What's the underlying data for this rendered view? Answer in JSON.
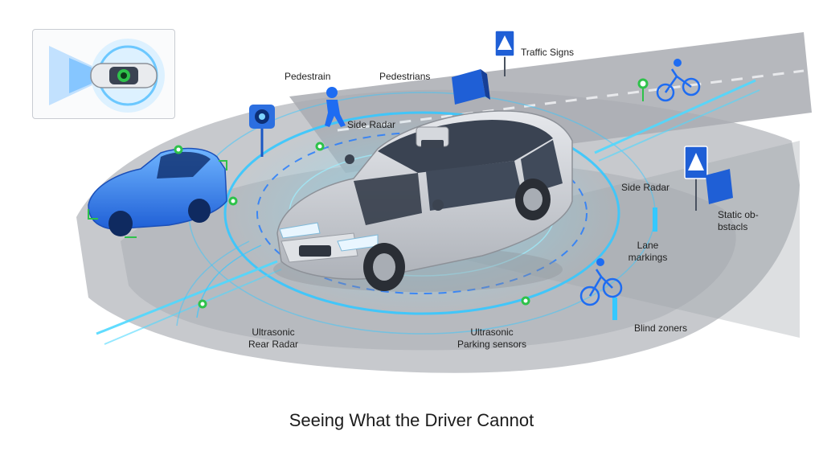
{
  "title": "Seeing What the Driver Cannot",
  "labels": {
    "pedestrain": "Pedestrain",
    "pedestrians": "Pedestrians",
    "traffic_signs": "Traffic Signs",
    "side_radar_left": "Side Radar",
    "side_radar_right": "Side Radar",
    "static_obstacles": "Static ob-\nbstacls",
    "lane_markings": "Lane\nmarkings",
    "blind_zones": "Blind zoners",
    "ultrasonic_rear_radar": "Ultrasonic\nRear Radar",
    "ultrasonic_parking_sensors": "Ultrasonic\nParking sensors"
  },
  "colors": {
    "accent_blue": "#1e78ff",
    "glow_cyan": "#35c8ff",
    "detect_green": "#2ec24a",
    "road_gray": "#b9bcc1",
    "car_silver": "#c9ccd1"
  },
  "icons": [
    "pedestrian-icon",
    "traffic-sign-icon",
    "cyclist-icon",
    "camera-icon",
    "sensor-dot-icon"
  ]
}
